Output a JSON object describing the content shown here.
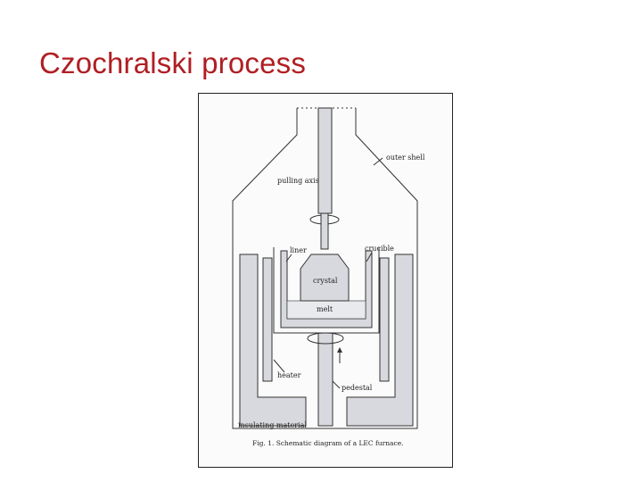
{
  "slide": {
    "title": "Czochralski process"
  },
  "figure": {
    "labels": {
      "outer_shell": "outer shell",
      "pulling_axis": "pulling axis",
      "liner": "liner",
      "crucible": "crucible",
      "crystal": "crystal",
      "melt": "melt",
      "heater": "heater",
      "pedestal": "pedestal",
      "insulating_material": "insulating material"
    },
    "caption": "Fig. 1. Schematic diagram of a LEC furnace."
  }
}
